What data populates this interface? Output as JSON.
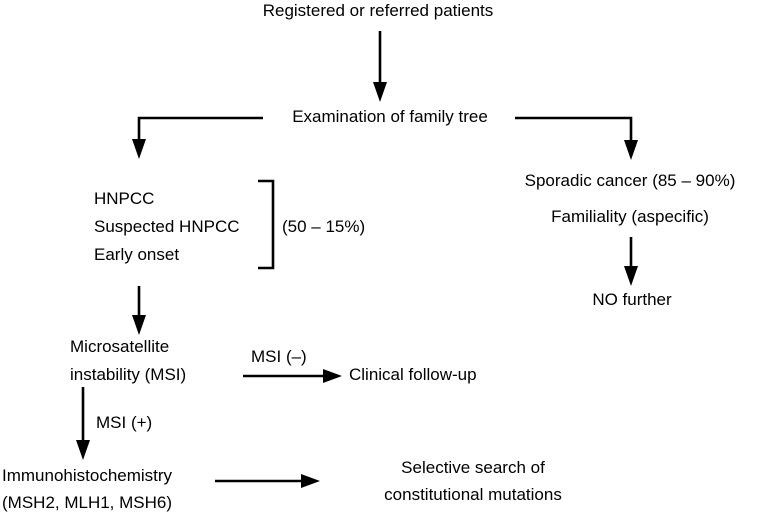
{
  "nodes": {
    "registered": "Registered or referred patients",
    "family_tree": "Examination of family tree",
    "hnpcc": "HNPCC",
    "suspected_hnpcc": "Suspected HNPCC",
    "early_onset": "Early onset",
    "hnpcc_share": "(50 – 15%)",
    "sporadic": "Sporadic cancer (85 – 90%)",
    "familiality": "Familiality (aspecific)",
    "no_further": "NO further",
    "msi_line1": "Microsatellite",
    "msi_line2": "instability (MSI)",
    "follow_up": "Clinical follow-up",
    "ihc_line1": "Immunohistochemistry",
    "ihc_line2": "(MSH2, MLH1, MSH6)",
    "search_line1": "Selective search of",
    "search_line2": "constitutional mutations"
  },
  "edge_labels": {
    "msi_negative": "MSI (–)",
    "msi_positive": "MSI (+)"
  }
}
